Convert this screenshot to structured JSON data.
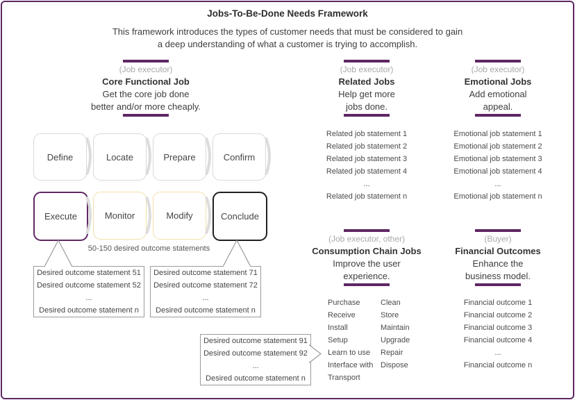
{
  "page": {
    "title": "Jobs-To-Be-Done Needs Framework",
    "subtitle_lines": [
      "This framework introduces the types of customer needs that must be considered to gain",
      "a deep understanding of what a customer is trying to accomplish."
    ]
  },
  "colors": {
    "accent_purple": "#5f2663",
    "accent_yellow": "#f2dfa8",
    "accent_dark": "#1f1f1f",
    "neutral_border": "#d9d9d9"
  },
  "sections": {
    "core_functional": {
      "role": "(Job executor)",
      "title": "Core Functional Job",
      "desc_lines": [
        "Get the core job done",
        "better and/or more cheaply."
      ],
      "stages_row1": [
        "Define",
        "Locate",
        "Prepare",
        "Confirm"
      ],
      "stages_row2": [
        "Execute",
        "Monitor",
        "Modify",
        "Conclude"
      ],
      "note": "50-150 desired outcome statements"
    },
    "related_jobs": {
      "role": "(Job executor)",
      "title": "Related Jobs",
      "desc_lines": [
        "Help get more",
        "jobs done."
      ],
      "items": [
        "Related job statement 1",
        "Related job statement 2",
        "Related job statement 3",
        "Related job statement 4",
        "...",
        "Related job statement n"
      ]
    },
    "emotional_jobs": {
      "role": "(Job executor)",
      "title": "Emotional Jobs",
      "desc_lines": [
        "Add emotional",
        "appeal."
      ],
      "items": [
        "Emotional job statement 1",
        "Emotional job statement 2",
        "Emotional job statement 3",
        "Emotional job statement 4",
        "...",
        "Emotional job statement n"
      ]
    },
    "consumption_chain": {
      "role": "(Job executor, other)",
      "title": "Consumption Chain Jobs",
      "desc_lines": [
        "Improve the user",
        "experience."
      ],
      "col1": [
        "Purchase",
        "Receive",
        "Install",
        "Setup",
        "Learn to use",
        "Interface with",
        "Transport"
      ],
      "col2": [
        "Clean",
        "Store",
        "Maintain",
        "Upgrade",
        "Repair",
        "Dispose"
      ]
    },
    "financial_outcomes": {
      "role": "(Buyer)",
      "title": "Financial Outcomes",
      "desc_lines": [
        "Enhance the",
        "business model."
      ],
      "items": [
        "Financial outcome 1",
        "Financial outcome 2",
        "Financial outcome 3",
        "Financial outcome 4",
        "...",
        "Financial outcome n"
      ]
    }
  },
  "callouts": {
    "box1": [
      "Desired outcome statement 51",
      "Desired outcome statement 52",
      "...",
      "Desired outcome statement n"
    ],
    "box2": [
      "Desired outcome statement 71",
      "Desired outcome statement 72",
      "...",
      "Desired outcome statement n"
    ],
    "box3": [
      "Desired outcome statement 91",
      "Desired outcome statement 92",
      "...",
      "Desired outcome statement n"
    ]
  }
}
